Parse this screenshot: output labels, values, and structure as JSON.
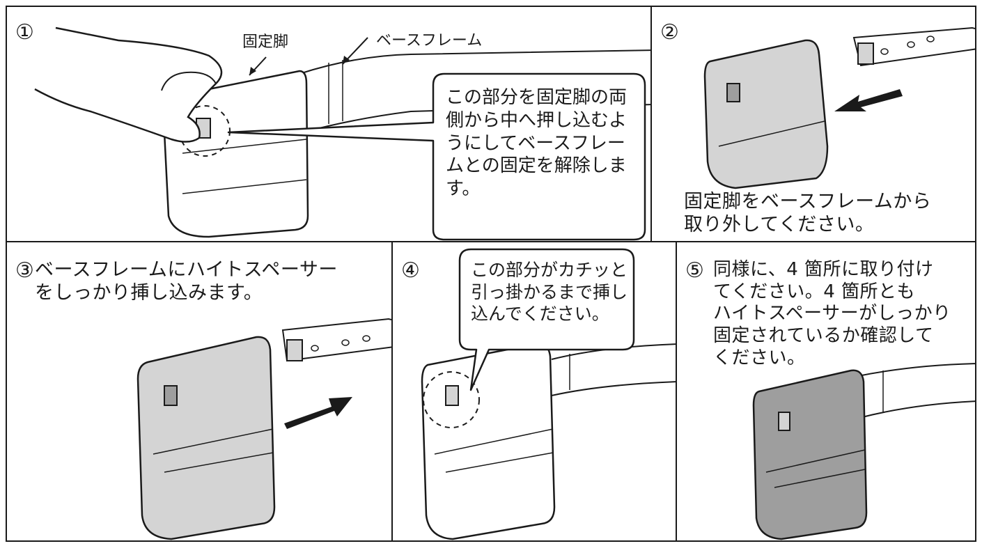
{
  "steps": [
    {
      "number": "①",
      "labels": {
        "fixed_leg": "固定脚",
        "base_frame": "ベースフレーム"
      },
      "callout": "この部分を固定脚の両\n側から中へ押し込むよ\nうにしてベースフレー\nムとの固定を解除しま\nす。"
    },
    {
      "number": "②",
      "caption": "固定脚をベースフレームから\n取り外してください。"
    },
    {
      "number": "③",
      "caption": "ベースフレームにハイトスペーサー\nをしっかり挿し込みます。"
    },
    {
      "number": "④",
      "callout": "この部分がカチッと\n引っ掛かるまで挿し\n込んでください。"
    },
    {
      "number": "⑤",
      "caption": "同様に、4 箇所に取り付け\nてください。4 箇所とも\nハイトスペーサーがしっかり\n固定されているか確認して\nください。"
    }
  ],
  "colors": {
    "line": "#1a1a1a",
    "part_light": "#d4d4d4",
    "part_dark": "#9e9e9e",
    "arrow": "#1a1a1a"
  }
}
